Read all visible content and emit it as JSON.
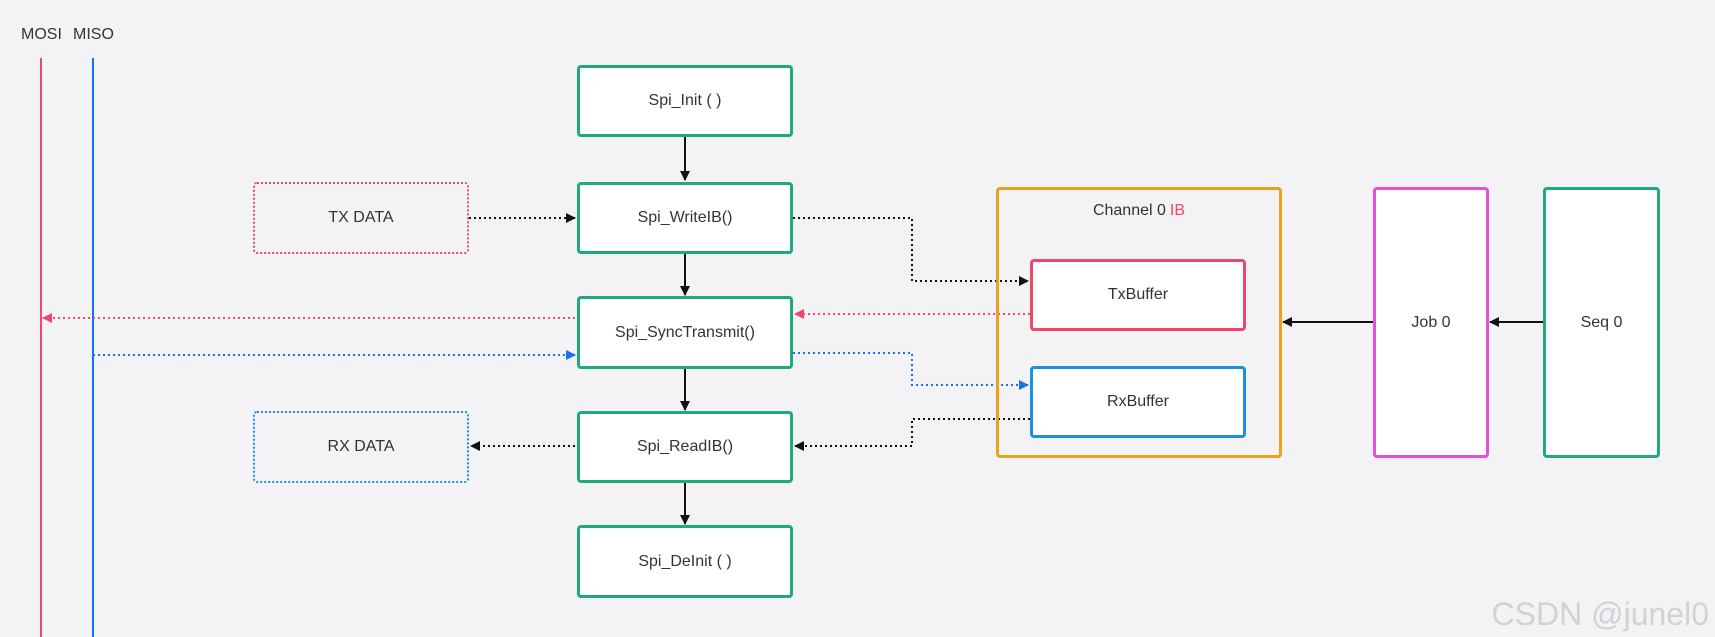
{
  "signals": {
    "mosi": {
      "label": "MOSI",
      "color": "#f0466a"
    },
    "miso": {
      "label": "MISO",
      "color": "#1a6ff2"
    }
  },
  "functions": {
    "init": "Spi_Init ( )",
    "write": "Spi_WriteIB()",
    "transmit": "Spi_SyncTransmit()",
    "read": "Spi_ReadIB()",
    "deinit": "Spi_DeInit ( )"
  },
  "data_boxes": {
    "tx": "TX DATA",
    "rx": "RX DATA"
  },
  "channel": {
    "title": "Channel  0",
    "suffix": "IB",
    "tx_buffer": "TxBuffer",
    "rx_buffer": "RxBuffer"
  },
  "job": "Job 0",
  "seq": "Seq 0",
  "watermark": "CSDN @junel0",
  "colors": {
    "function_border": "#1faa7c",
    "channel_border": "#e9a21c",
    "tx_buffer_border": "#f0466a",
    "rx_buffer_border": "#1a90e0",
    "job_border": "#e64fd8",
    "seq_border": "#1faa7c",
    "tx_data_border": "#f0466a",
    "rx_data_border": "#1a90e0",
    "flow_arrow": "#111111",
    "accent_ib": "#f0466a"
  },
  "icons": [
    "arrow-head"
  ]
}
